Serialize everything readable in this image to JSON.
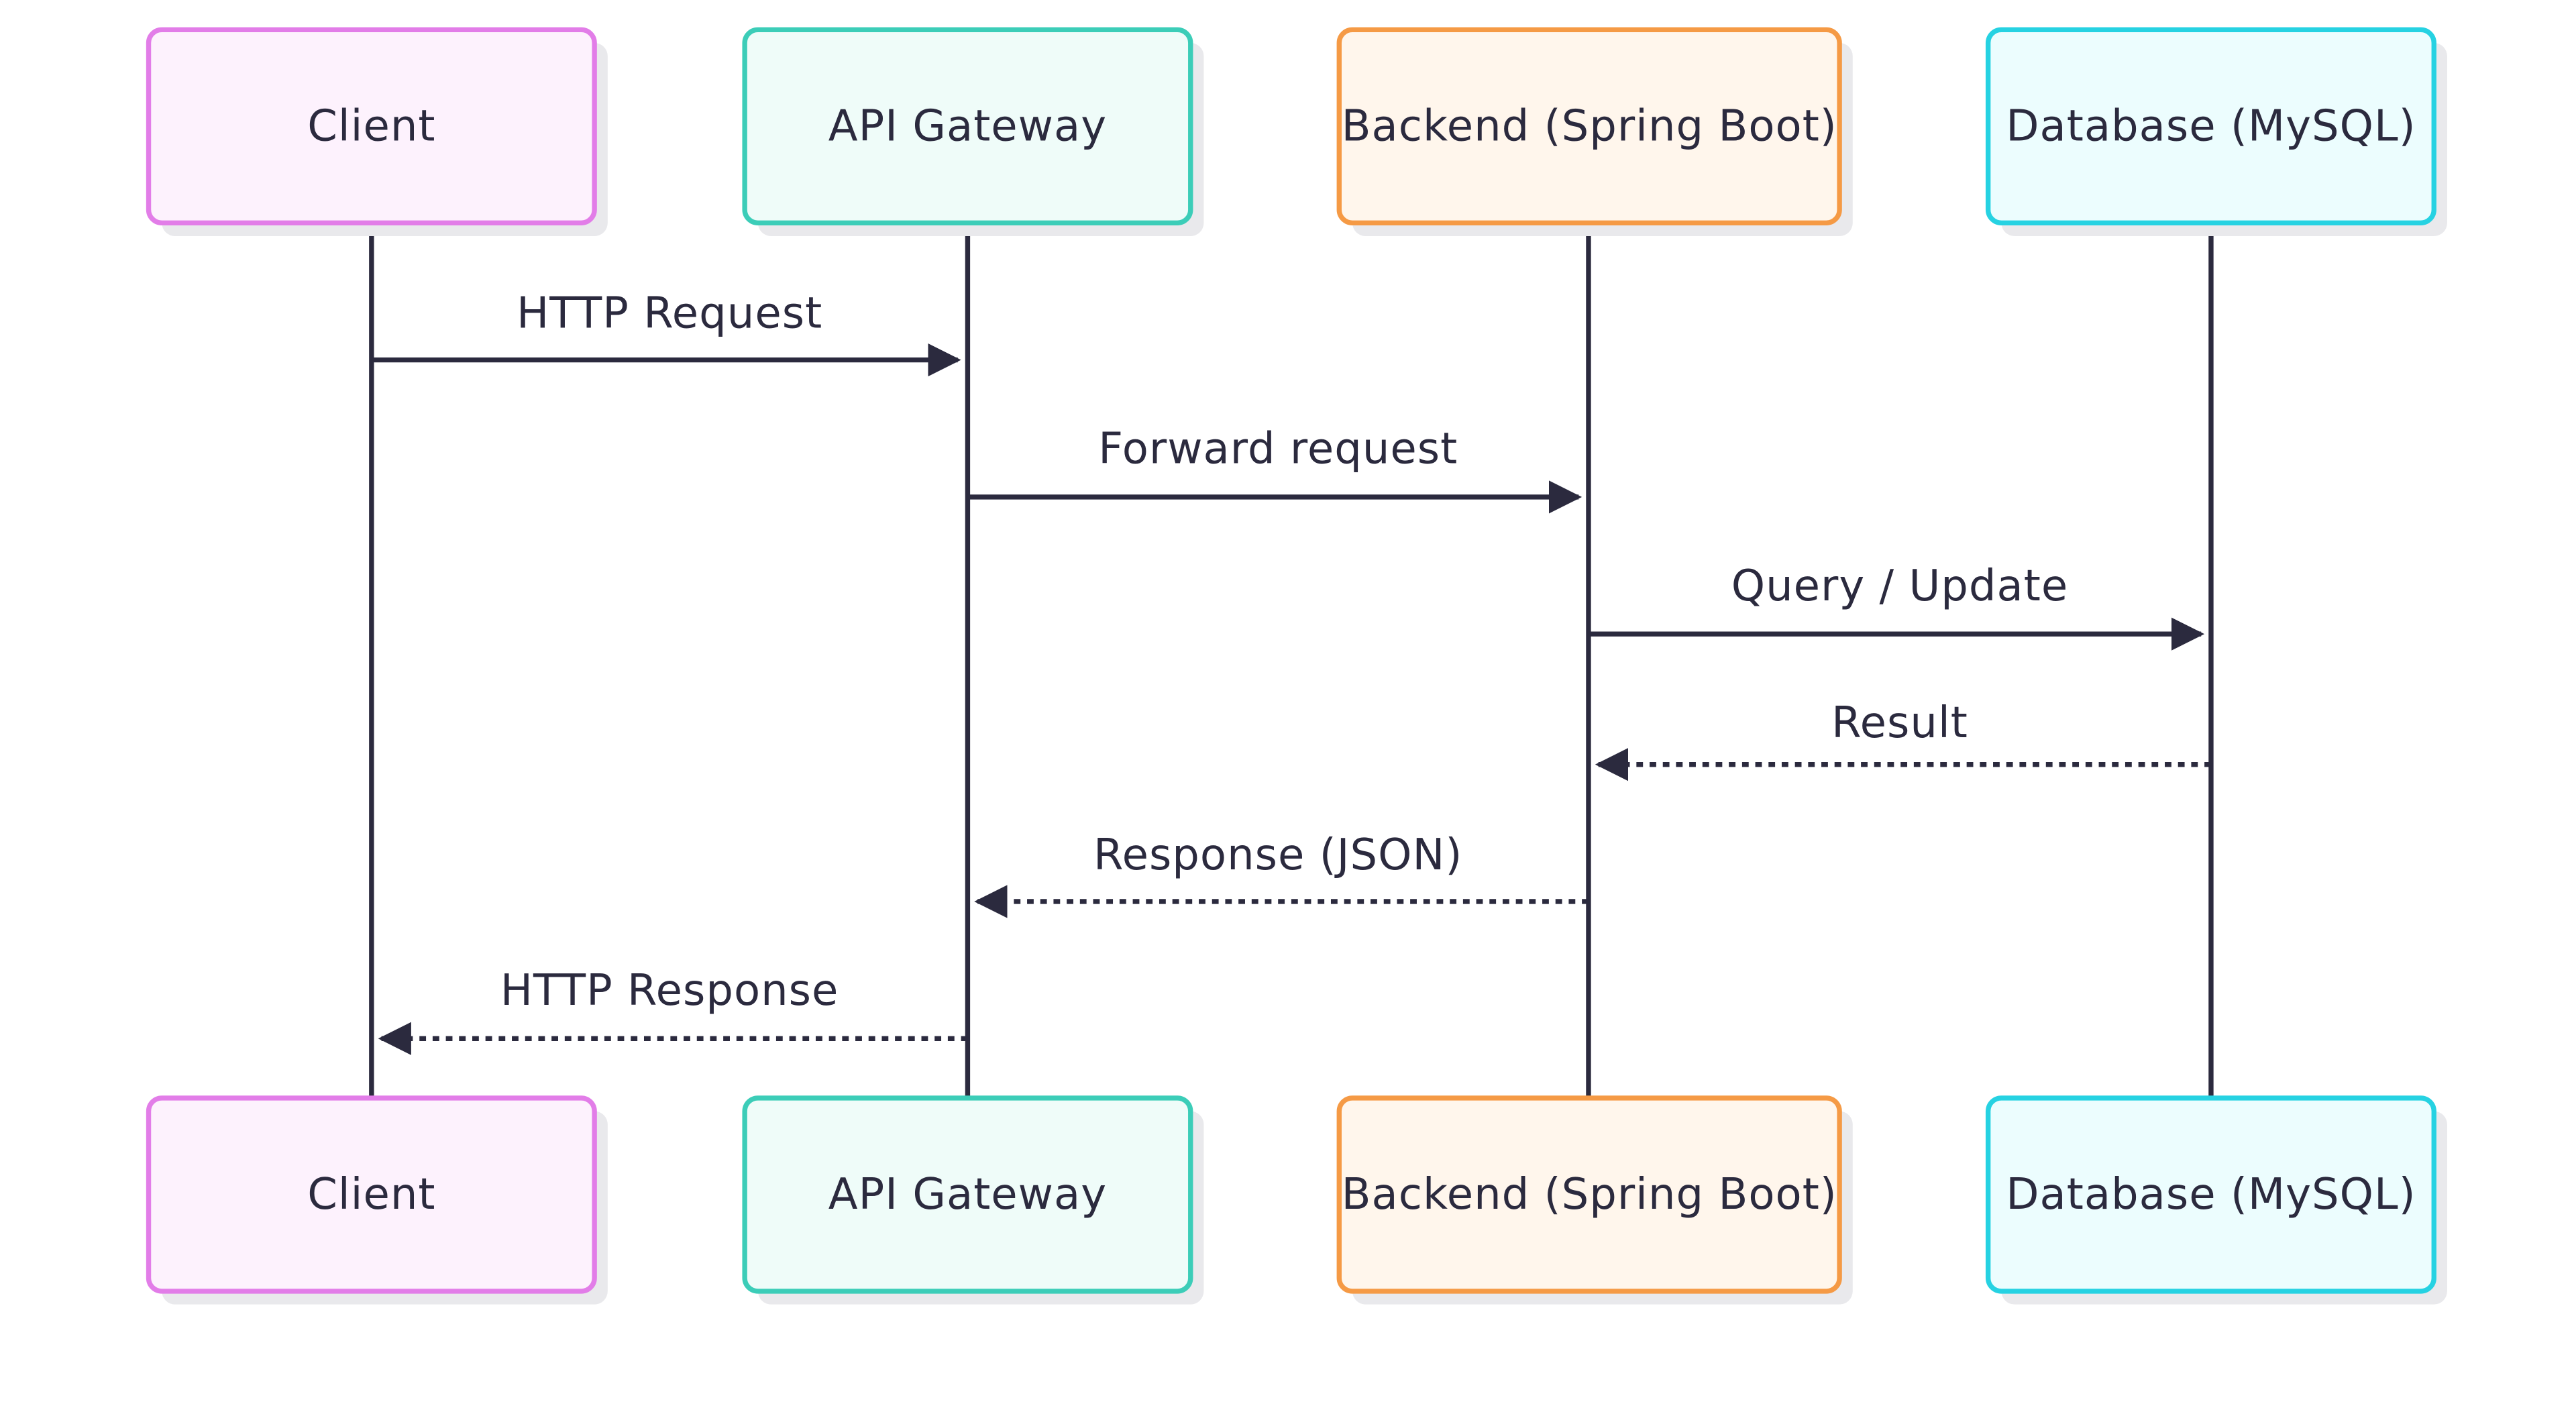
{
  "participants": [
    {
      "id": "client",
      "label": "Client",
      "fill": "#fdf2fd",
      "stroke": "#e27de8"
    },
    {
      "id": "gateway",
      "label": "API Gateway",
      "fill": "#effcf9",
      "stroke": "#3ccdb8"
    },
    {
      "id": "backend",
      "label": "Backend (Spring Boot)",
      "fill": "#fff6ec",
      "stroke": "#f59a45"
    },
    {
      "id": "database",
      "label": "Database (MySQL)",
      "fill": "#ecfdfe",
      "stroke": "#26d2e2"
    }
  ],
  "messages": [
    {
      "from": "client",
      "to": "gateway",
      "label": "HTTP Request",
      "style": "solid"
    },
    {
      "from": "gateway",
      "to": "backend",
      "label": "Forward request",
      "style": "solid"
    },
    {
      "from": "backend",
      "to": "database",
      "label": "Query / Update",
      "style": "solid"
    },
    {
      "from": "database",
      "to": "backend",
      "label": "Result",
      "style": "dashed"
    },
    {
      "from": "backend",
      "to": "gateway",
      "label": "Response (JSON)",
      "style": "dashed"
    },
    {
      "from": "gateway",
      "to": "client",
      "label": "HTTP Response",
      "style": "dashed"
    }
  ],
  "colors": {
    "line": "#2b2a3e",
    "shadow": "#e9e9ec"
  }
}
